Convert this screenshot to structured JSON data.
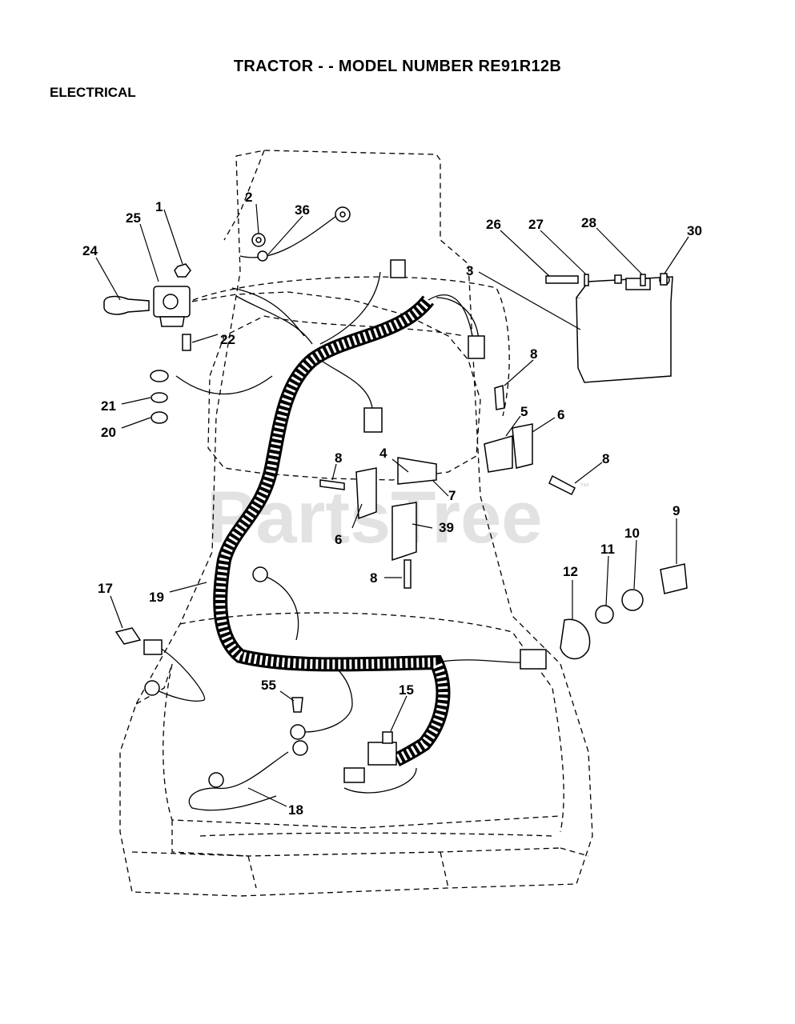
{
  "title": "TRACTOR - - MODEL NUMBER RE91R12B",
  "section": "ELECTRICAL",
  "watermark": "PartsTree",
  "watermark_mark": "™",
  "callouts": [
    {
      "id": "c1",
      "label": "1"
    },
    {
      "id": "c2",
      "label": "2"
    },
    {
      "id": "c3",
      "label": "3"
    },
    {
      "id": "c4",
      "label": "4"
    },
    {
      "id": "c5",
      "label": "5"
    },
    {
      "id": "c6a",
      "label": "6"
    },
    {
      "id": "c6b",
      "label": "6"
    },
    {
      "id": "c7",
      "label": "7"
    },
    {
      "id": "c8a",
      "label": "8"
    },
    {
      "id": "c8b",
      "label": "8"
    },
    {
      "id": "c8c",
      "label": "8"
    },
    {
      "id": "c8d",
      "label": "8"
    },
    {
      "id": "c9",
      "label": "9"
    },
    {
      "id": "c10",
      "label": "10"
    },
    {
      "id": "c11",
      "label": "11"
    },
    {
      "id": "c12",
      "label": "12"
    },
    {
      "id": "c15",
      "label": "15"
    },
    {
      "id": "c17",
      "label": "17"
    },
    {
      "id": "c18",
      "label": "18"
    },
    {
      "id": "c19",
      "label": "19"
    },
    {
      "id": "c20",
      "label": "20"
    },
    {
      "id": "c21",
      "label": "21"
    },
    {
      "id": "c22",
      "label": "22"
    },
    {
      "id": "c24",
      "label": "24"
    },
    {
      "id": "c25",
      "label": "25"
    },
    {
      "id": "c26",
      "label": "26"
    },
    {
      "id": "c27",
      "label": "27"
    },
    {
      "id": "c28",
      "label": "28"
    },
    {
      "id": "c30",
      "label": "30"
    },
    {
      "id": "c36",
      "label": "36"
    },
    {
      "id": "c39",
      "label": "39"
    },
    {
      "id": "c55",
      "label": "55"
    }
  ]
}
